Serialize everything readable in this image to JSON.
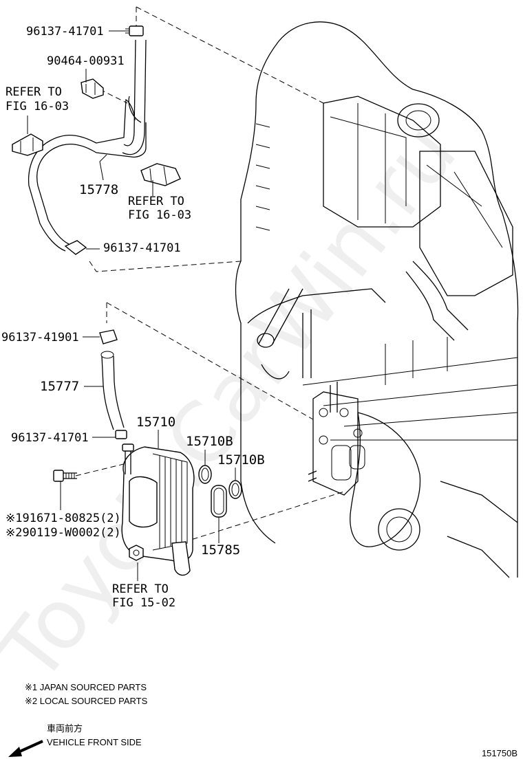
{
  "labels": {
    "clip_top": "96137-41701",
    "clamp_upper": "90464-00931",
    "refer_upper_left_1": "REFER TO",
    "refer_upper_left_2": "FIG 16-03",
    "hose_upper": "15778",
    "refer_upper_mid_1": "REFER TO",
    "refer_upper_mid_2": "FIG 16-03",
    "clip_upper_lower": "96137-41701",
    "clip_lower_top": "96137-41901",
    "hose_lower": "15777",
    "clip_lower_bottom": "96137-41701",
    "cooler": "15710",
    "oring_1": "15710B",
    "oring_2": "15710B",
    "bolt_1": "※191671-80825(2)",
    "bolt_2": "※290119-W0002(2)",
    "gasket": "15785",
    "refer_lower_1": "REFER TO",
    "refer_lower_2": "FIG 15-02"
  },
  "legend": {
    "note_1": "※1 JAPAN SOURCED PARTS",
    "note_2": "※2 LOCAL SOURCED PARTS"
  },
  "direction": {
    "japanese": "車両前方",
    "english": "VEHICLE FRONT SIDE"
  },
  "figure_id": "151750B",
  "watermark": "ToyotaCarWin.ru"
}
